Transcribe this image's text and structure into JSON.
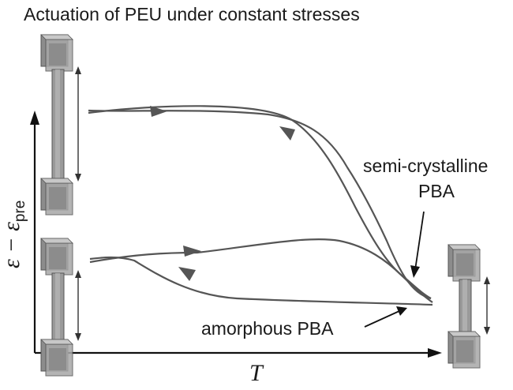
{
  "title": "Actuation of PEU under constant stresses",
  "axes": {
    "x_label": "T",
    "y_label_main": "ε − ε",
    "y_label_sub": "pre"
  },
  "annotations": {
    "semi_label_line1": "semi-crystalline",
    "semi_label_line2": "PBA",
    "amorphous_label": "amorphous PBA"
  },
  "colors": {
    "curve": "#555555",
    "axis": "#111111",
    "specimen_fill": "#9a9a9a",
    "specimen_dark": "#6e6e6e",
    "specimen_light": "#c4c4c4"
  },
  "icons": {
    "specimen": "dogbone-tensile-specimen-icon"
  }
}
